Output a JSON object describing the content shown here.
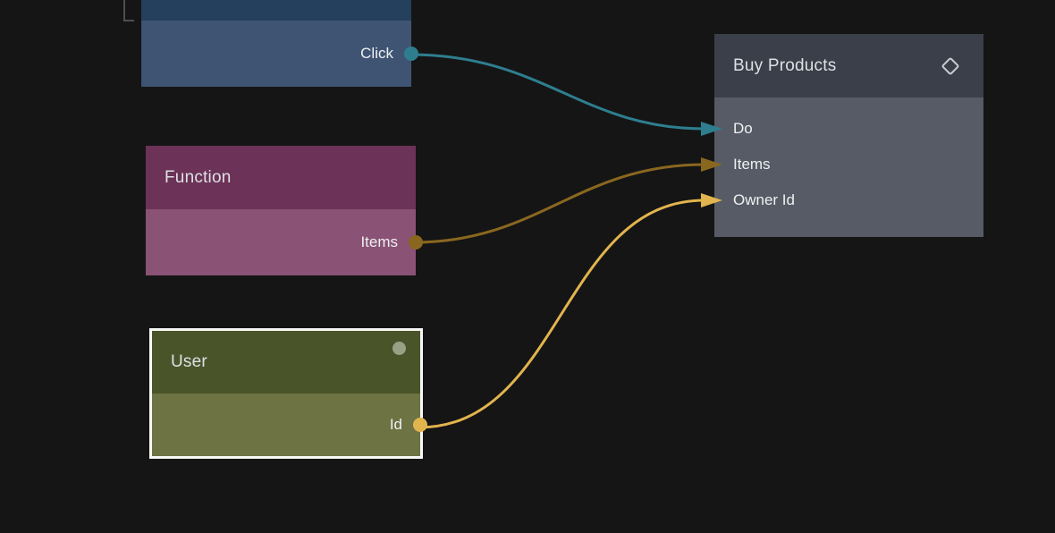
{
  "canvas": {
    "background": "#151515",
    "frame_corner_color": "#4f4f4f"
  },
  "nodes": [
    {
      "id": "trigger",
      "title": "",
      "header_color": "#24405c",
      "body_color": "#3f5473",
      "outputs": [
        {
          "label": "Click",
          "color": "#2e7e8f"
        }
      ]
    },
    {
      "id": "function",
      "title": "Function",
      "header_color": "#6c3257",
      "body_color": "#8a5275",
      "outputs": [
        {
          "label": "Items",
          "color": "#8a671f"
        }
      ]
    },
    {
      "id": "user",
      "title": "User",
      "selected": true,
      "selection_color": "#f7f7f5",
      "status_dot_color": "#99a086",
      "header_color": "#4a5429",
      "body_color": "#6d7343",
      "outputs": [
        {
          "label": "Id",
          "color": "#e2b44e"
        }
      ]
    },
    {
      "id": "buy-products",
      "title": "Buy Products",
      "icon": "diamond-icon",
      "icon_color": "#c9ccd2",
      "header_color": "#3a3f49",
      "body_color": "#565b65",
      "inputs": [
        {
          "label": "Do",
          "color": "#2e7e8f"
        },
        {
          "label": "Items",
          "color": "#8a671f"
        },
        {
          "label": "Owner Id",
          "color": "#e2b44e"
        }
      ]
    }
  ],
  "connections": [
    {
      "from": "trigger.Click",
      "to": "buy-products.Do",
      "color": "#2e7e8f"
    },
    {
      "from": "function.Items",
      "to": "buy-products.Items",
      "color": "#8a671f"
    },
    {
      "from": "user.Id",
      "to": "buy-products.Owner Id",
      "color": "#e2b44e"
    }
  ]
}
